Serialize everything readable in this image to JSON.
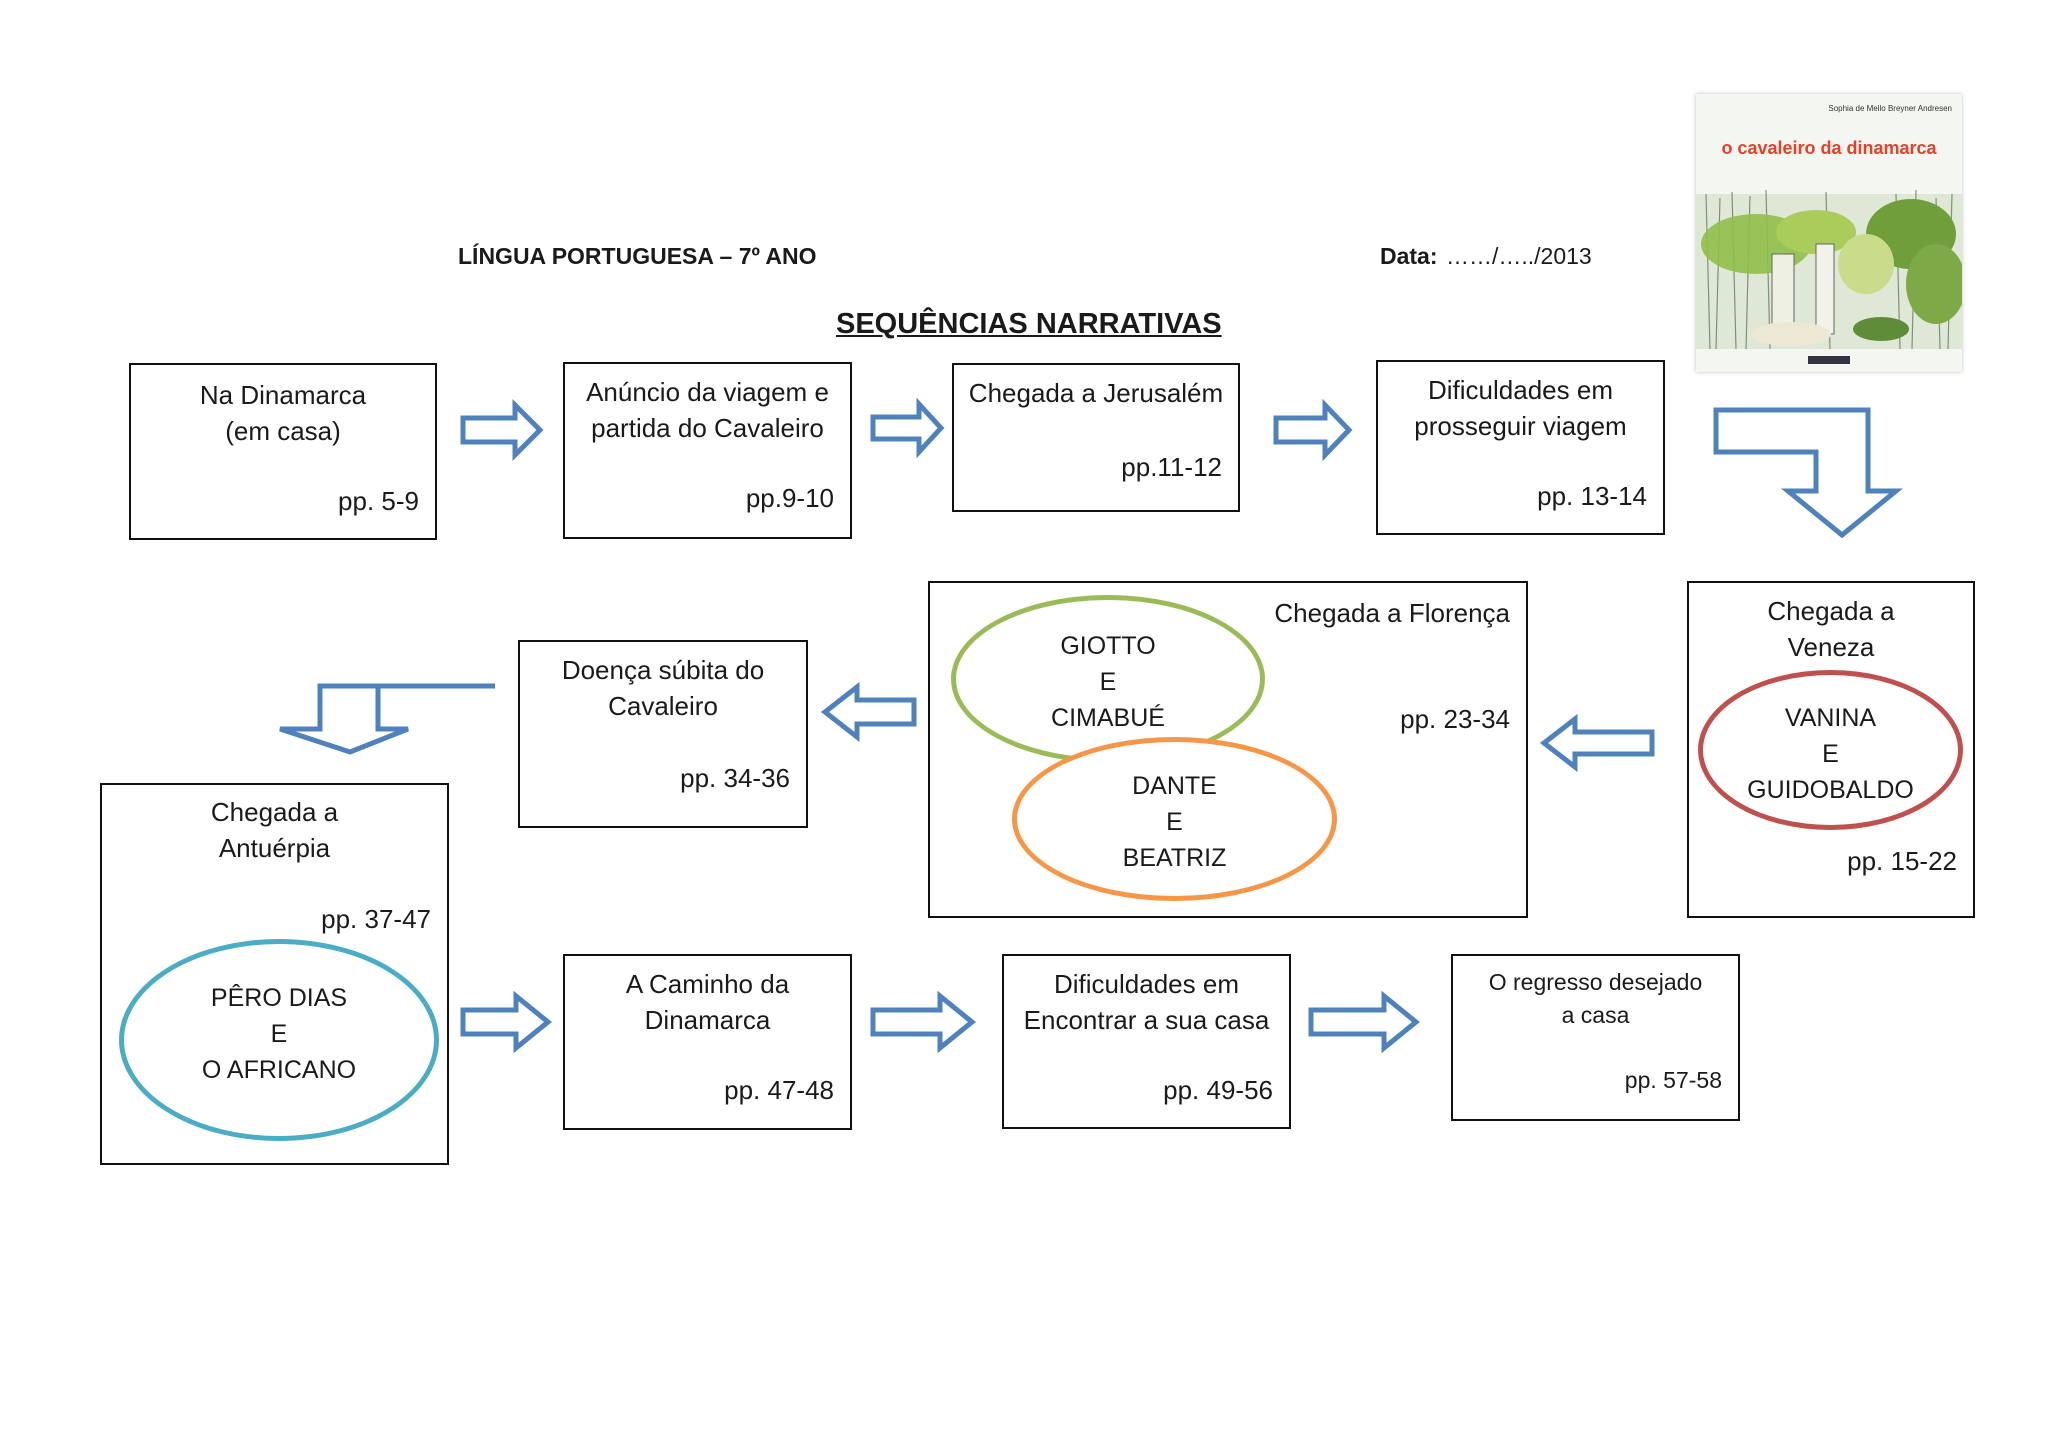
{
  "header": {
    "left": "LÍNGUA PORTUGUESA – 7º ANO",
    "date_label": "Data:",
    "date_value": "……/…../2013",
    "title": "SEQUÊNCIAS NARRATIVAS"
  },
  "cover": {
    "author": "Sophia de Mello Breyner Andresen",
    "book_title": "o cavaleiro da dinamarca"
  },
  "colors": {
    "arrow": "#4f81bd",
    "green": "#9bbb59",
    "orange": "#f79646",
    "red": "#c0504d",
    "teal": "#4bacc6",
    "cover_title": "#e2422b"
  },
  "steps": {
    "s1": {
      "label": "Na Dinamarca\n(em casa)",
      "pages": "pp. 5-9"
    },
    "s2": {
      "label": "Anúncio da viagem e\npartida do Cavaleiro",
      "pages": "pp.9-10"
    },
    "s3": {
      "label": "Chegada a Jerusalém",
      "pages": "pp.11-12"
    },
    "s4": {
      "label": "Dificuldades em\nprosseguir viagem",
      "pages": "pp. 13-14"
    },
    "s5": {
      "label": "Chegada a\nVeneza",
      "pages": "pp. 15-22",
      "circle": "VANINA\nE\nGUIDOBALDO"
    },
    "s6": {
      "label": "Chegada a Florença",
      "pages": "pp. 23-34",
      "circle1": "GIOTTO\nE\nCIMABUÉ",
      "circle2": "DANTE\nE\nBEATRIZ"
    },
    "s7": {
      "label": "Doença súbita do\nCavaleiro",
      "pages": "pp. 34-36"
    },
    "s8": {
      "label": "Chegada a\nAntuérpia",
      "pages": "pp. 37-47",
      "circle": "PÊRO DIAS\nE\nO AFRICANO"
    },
    "s9": {
      "label": "A Caminho da\nDinamarca",
      "pages": "pp. 47-48"
    },
    "s10": {
      "label": "Dificuldades em\nEncontrar a sua casa",
      "pages": "pp. 49-56"
    },
    "s11": {
      "label": "O regresso desejado\na casa",
      "pages": "pp. 57-58"
    }
  }
}
